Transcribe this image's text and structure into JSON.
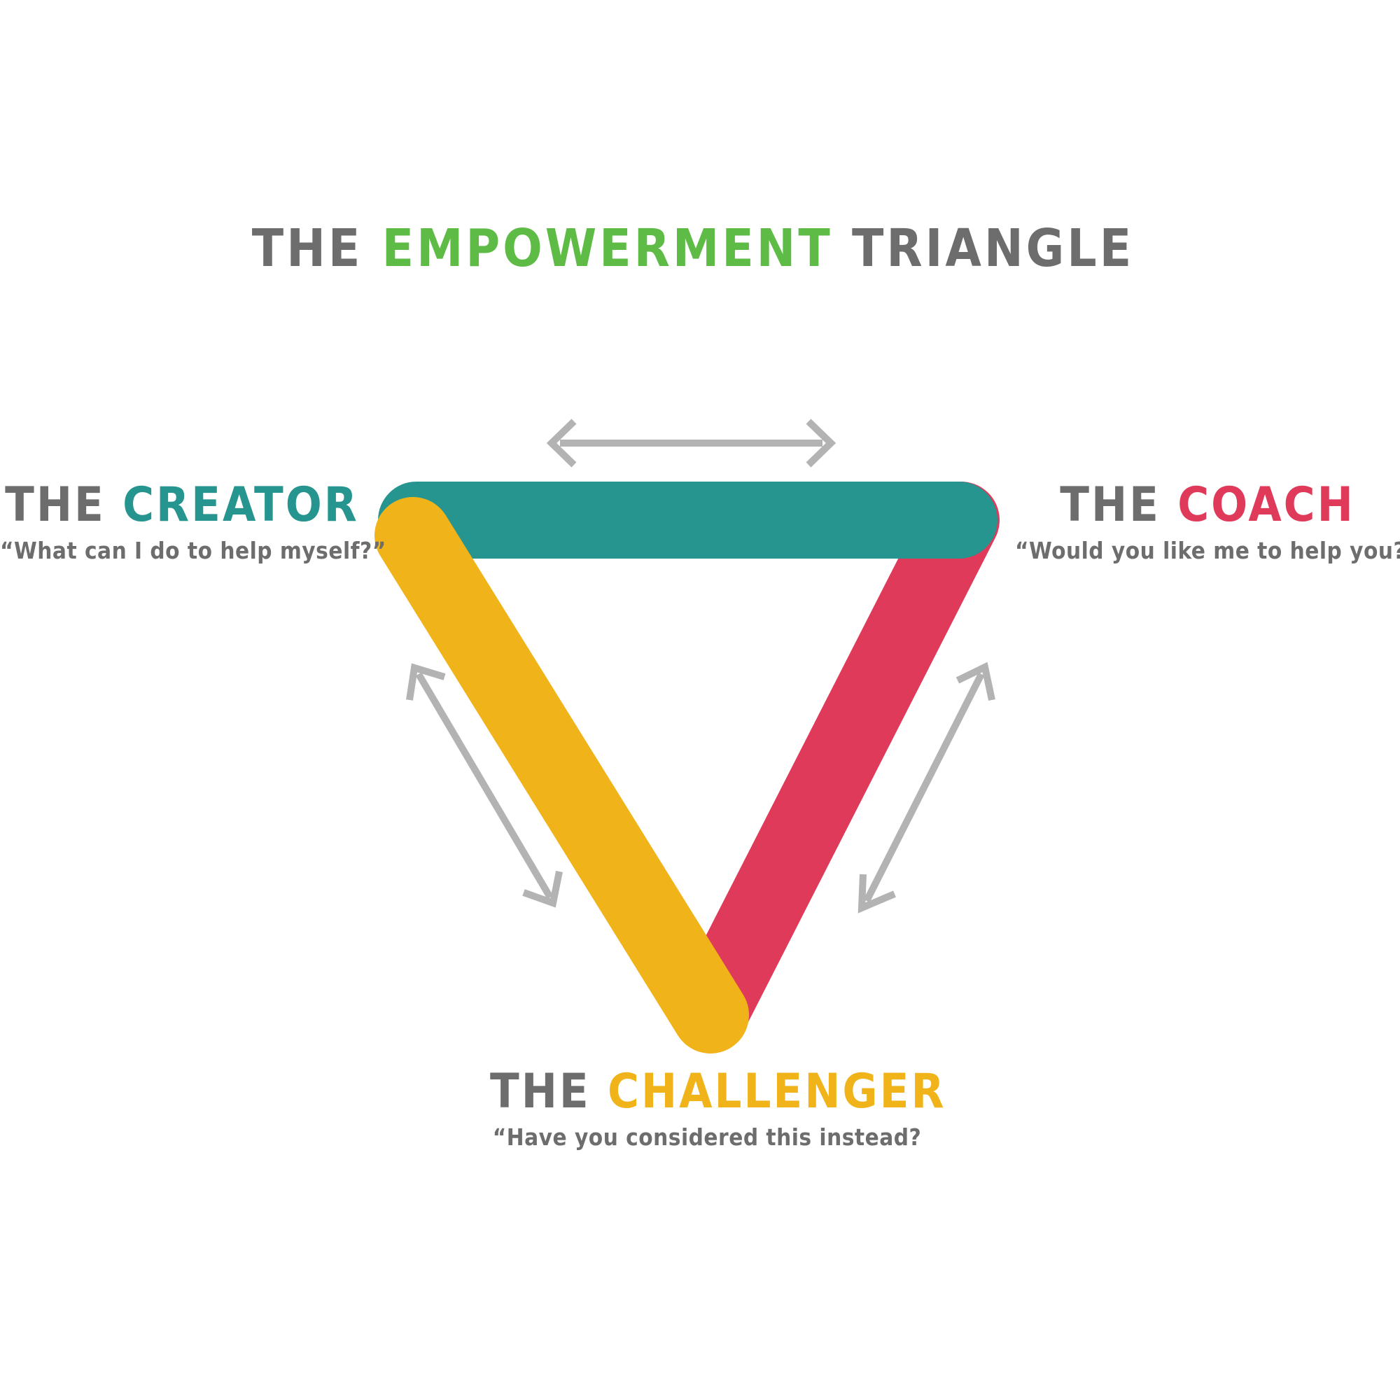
{
  "title": {
    "prefix": "THE ",
    "highlight": "EMPOWERMENT",
    "suffix": " TRIANGLE",
    "highlight_color": "#5dbb46"
  },
  "roles": {
    "creator": {
      "prefix": "THE ",
      "name": "CREATOR",
      "quote": "“What can I do to help myself?”",
      "color": "#26948f"
    },
    "coach": {
      "prefix": "THE ",
      "name": "COACH",
      "quote": "“Would you like me to help you?”",
      "color": "#e03a5a"
    },
    "challenger": {
      "prefix": "THE ",
      "name": "CHALLENGER",
      "quote": "“Have you considered this instead?",
      "color": "#f0b31a"
    }
  },
  "colors": {
    "text": "#6d6d6d",
    "arrow": "#b3b3b3"
  }
}
